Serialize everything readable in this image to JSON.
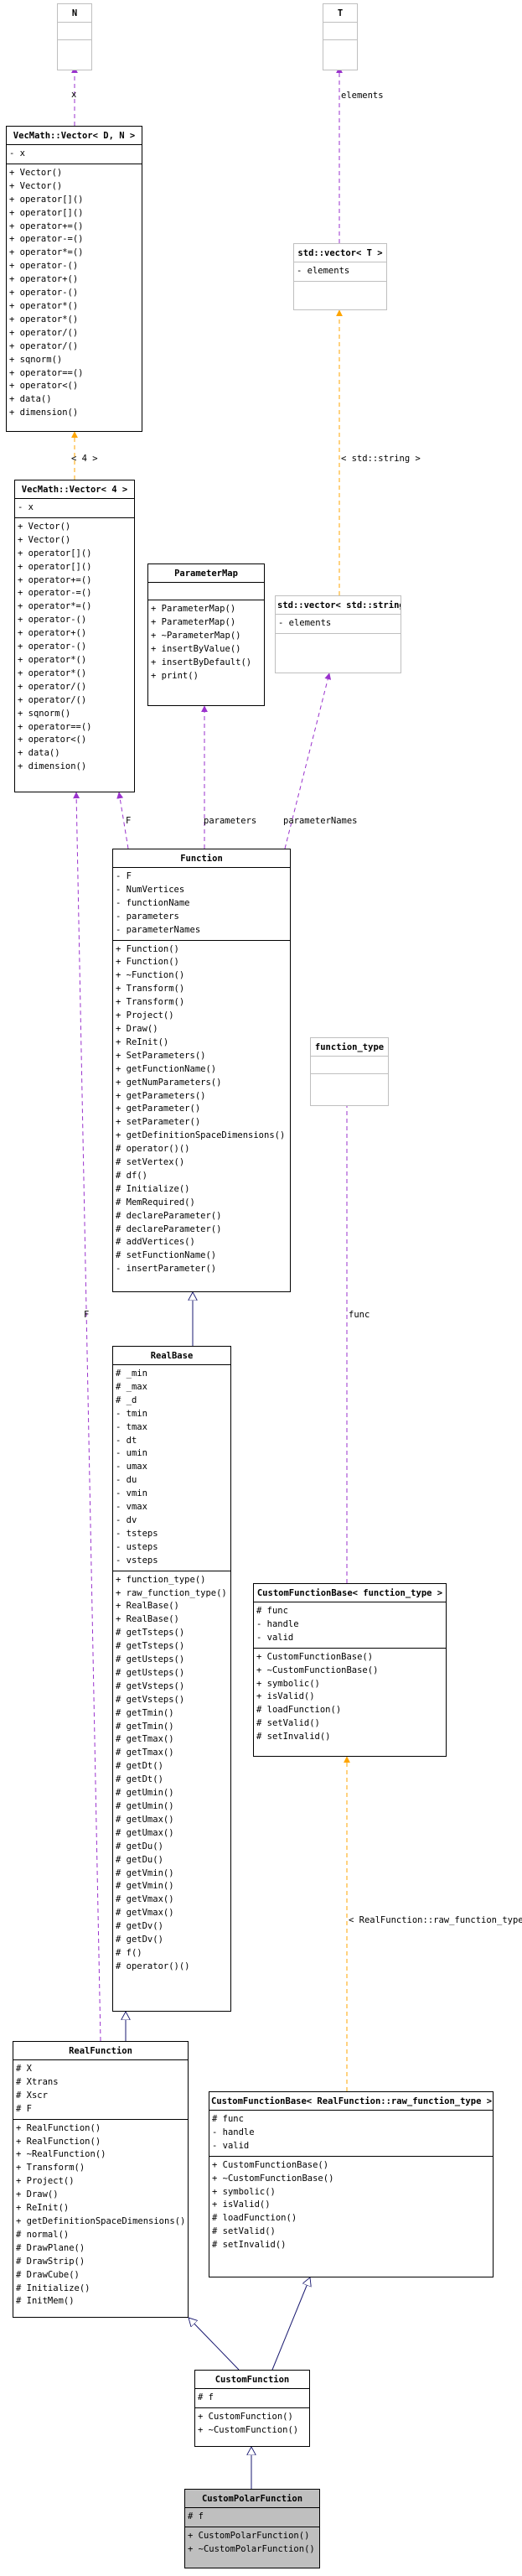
{
  "classes": {
    "n": {
      "title": "N",
      "attributes": [],
      "methods": []
    },
    "t": {
      "title": "T",
      "attributes": [],
      "methods": []
    },
    "vec_n": {
      "title": "VecMath::Vector< D, N >",
      "attributes": [
        "- x"
      ],
      "methods": [
        "+ Vector()",
        "+ Vector()",
        "+ operator[]()",
        "+ operator[]()",
        "+ operator+=()",
        "+ operator-=()",
        "+ operator*=()",
        "+ operator-()",
        "+ operator+()",
        "+ operator-()",
        "+ operator*()",
        "+ operator*()",
        "+ operator/()",
        "+ operator/()",
        "+ sqnorm()",
        "+ operator==()",
        "+ operator<()",
        "+ data()",
        "+ dimension()"
      ]
    },
    "std_vec_t": {
      "title": "std::vector< T >",
      "attributes": [
        "- elements"
      ],
      "methods": []
    },
    "vec_4": {
      "title": "VecMath::Vector< 4 >",
      "attributes": [
        "- x"
      ],
      "methods": [
        "+ Vector()",
        "+ Vector()",
        "+ operator[]()",
        "+ operator[]()",
        "+ operator+=()",
        "+ operator-=()",
        "+ operator*=()",
        "+ operator-()",
        "+ operator+()",
        "+ operator-()",
        "+ operator*()",
        "+ operator*()",
        "+ operator/()",
        "+ operator/()",
        "+ sqnorm()",
        "+ operator==()",
        "+ operator<()",
        "+ data()",
        "+ dimension()"
      ]
    },
    "param_map": {
      "title": "ParameterMap",
      "attributes": [],
      "methods": [
        "+ ParameterMap()",
        "+ ParameterMap()",
        "+ ~ParameterMap()",
        "+ insertByValue()",
        "+ insertByDefault()",
        "+ print()"
      ]
    },
    "std_vec_str": {
      "title": "std::vector< std::string >",
      "attributes": [
        "- elements"
      ],
      "methods": []
    },
    "function": {
      "title": "Function",
      "attributes": [
        "- F",
        "- NumVertices",
        "- functionName",
        "- parameters",
        "- parameterNames"
      ],
      "methods": [
        "+ Function()",
        "+ Function()",
        "+ ~Function()",
        "+ Transform()",
        "+ Transform()",
        "+ Project()",
        "+ Draw()",
        "+ ReInit()",
        "+ SetParameters()",
        "+ getFunctionName()",
        "+ getNumParameters()",
        "+ getParameters()",
        "+ getParameter()",
        "+ setParameter()",
        "+ getDefinitionSpaceDimensions()",
        "# operator()()",
        "# setVertex()",
        "# df()",
        "# Initialize()",
        "# MemRequired()",
        "# declareParameter()",
        "# declareParameter()",
        "# addVertices()",
        "# setFunctionName()",
        "- insertParameter()"
      ]
    },
    "function_type": {
      "title": "function_type",
      "attributes": [],
      "methods": []
    },
    "realbase": {
      "title": "RealBase",
      "attributes": [
        "# _min",
        "# _max",
        "# _d",
        "- tmin",
        "- tmax",
        "- dt",
        "- umin",
        "- umax",
        "- du",
        "- vmin",
        "- vmax",
        "- dv",
        "- tsteps",
        "- usteps",
        "- vsteps"
      ],
      "methods": [
        "+ function_type()",
        "+ raw_function_type()",
        "+ RealBase()",
        "+ RealBase()",
        "# getTsteps()",
        "# getTsteps()",
        "# getUsteps()",
        "# getUsteps()",
        "# getVsteps()",
        "# getVsteps()",
        "# getTmin()",
        "# getTmin()",
        "# getTmax()",
        "# getTmax()",
        "# getDt()",
        "# getDt()",
        "# getUmin()",
        "# getUmin()",
        "# getUmax()",
        "# getUmax()",
        "# getDu()",
        "# getDu()",
        "# getVmin()",
        "# getVmin()",
        "# getVmax()",
        "# getVmax()",
        "# getDv()",
        "# getDv()",
        "# f()",
        "# operator()()"
      ]
    },
    "cfb_ft": {
      "title": "CustomFunctionBase< function_type >",
      "attributes": [
        "# func",
        "- handle",
        "- valid"
      ],
      "methods": [
        "+ CustomFunctionBase()",
        "+ ~CustomFunctionBase()",
        "+ symbolic()",
        "+ isValid()",
        "# loadFunction()",
        "# setValid()",
        "# setInvalid()"
      ]
    },
    "realfunction": {
      "title": "RealFunction",
      "attributes": [
        "# X",
        "# Xtrans",
        "# Xscr",
        "# F"
      ],
      "methods": [
        "+ RealFunction()",
        "+ RealFunction()",
        "+ ~RealFunction()",
        "+ Transform()",
        "+ Project()",
        "+ Draw()",
        "+ ReInit()",
        "+ getDefinitionSpaceDimensions()",
        "# normal()",
        "# DrawPlane()",
        "# DrawStrip()",
        "# DrawCube()",
        "# Initialize()",
        "# InitMem()"
      ]
    },
    "cfb_raw": {
      "title": "CustomFunctionBase< RealFunction::raw_function_type >",
      "attributes": [
        "# func",
        "- handle",
        "- valid"
      ],
      "methods": [
        "+ CustomFunctionBase()",
        "+ ~CustomFunctionBase()",
        "+ symbolic()",
        "+ isValid()",
        "# loadFunction()",
        "# setValid()",
        "# setInvalid()"
      ]
    },
    "customfunction": {
      "title": "CustomFunction",
      "attributes": [
        "# f"
      ],
      "methods": [
        "+ CustomFunction()",
        "+ ~CustomFunction()"
      ]
    },
    "custompolar": {
      "title": "CustomPolarFunction",
      "attributes": [
        "# f"
      ],
      "methods": [
        "+ CustomPolarFunction()",
        "+ ~CustomPolarFunction()"
      ]
    }
  },
  "edge_labels": {
    "x": "x",
    "elements": "elements",
    "vec4_tmpl": "< 4 >",
    "stdstring_tmpl": "< std::string >",
    "f1": "F",
    "parameters": "parameters",
    "parameterNames": "parameterNames",
    "func": "func",
    "f2": "F",
    "raw_tmpl": "< RealFunction::raw_function_type >"
  },
  "colors": {
    "usage_edge": "#9a32cd",
    "template_edge": "#ffa500",
    "inherit_edge": "#191970",
    "highlight_fill": "#bfbfbf",
    "ghost_border": "#bfbfbf"
  }
}
